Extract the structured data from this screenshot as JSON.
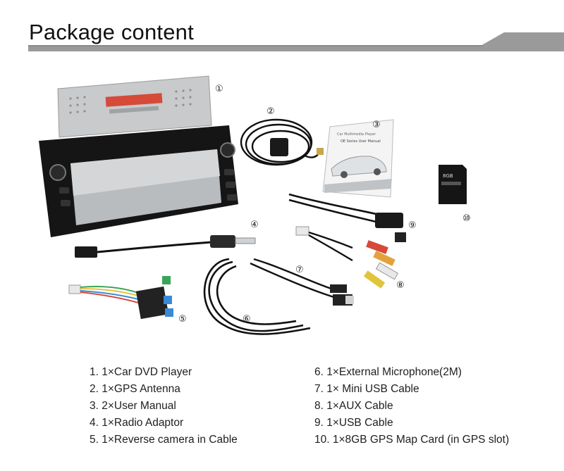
{
  "header": {
    "title": "Package content",
    "accent_color": "#999999"
  },
  "markers": {
    "m1": "①",
    "m2": "②",
    "m3": "③",
    "m4": "④",
    "m5": "⑤",
    "m6": "⑥",
    "m7": "⑦",
    "m8": "⑧",
    "m9": "⑨",
    "m10": "⑩"
  },
  "product_labels": {
    "sd_card": "8GB",
    "manual_title": "Car Multimedia Player",
    "manual_subtitle": "OE Series User Manual"
  },
  "items": {
    "left": [
      "1. 1×Car DVD Player",
      "2. 1×GPS Antenna",
      "3. 2×User Manual",
      "4. 1×Radio Adaptor",
      "5. 1×Reverse camera in Cable"
    ],
    "right": [
      "6. 1×External Microphone(2M)",
      "7. 1× Mini USB Cable",
      "8. 1×AUX Cable",
      "9. 1×USB Cable",
      "10. 1×8GB GPS Map Card (in GPS slot)"
    ]
  }
}
